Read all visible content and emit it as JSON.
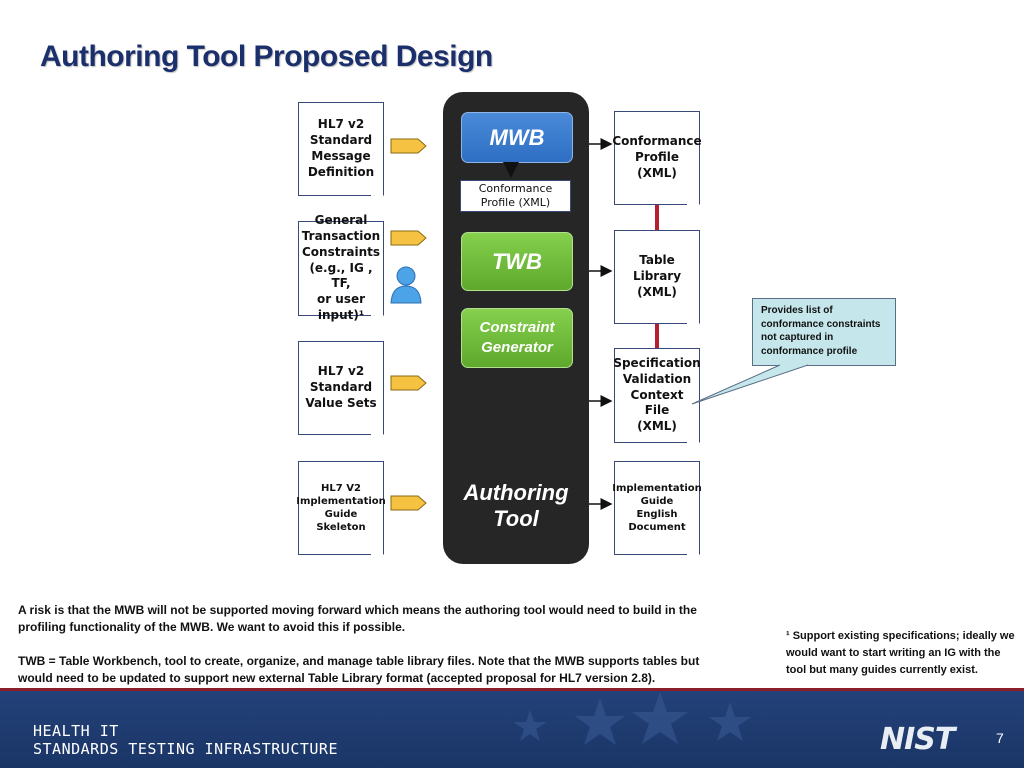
{
  "title": "Authoring Tool Proposed Design",
  "inputs": [
    {
      "id": "hl7-v2-message",
      "text": "HL7 v2\nStandard\nMessage\nDefinition"
    },
    {
      "id": "general-constraints",
      "text": "General\nTransaction\nConstraints\n(e.g., IG , TF,\nor user input)¹"
    },
    {
      "id": "hl7-v2-value-sets",
      "text": "HL7 v2\nStandard\nValue Sets"
    },
    {
      "id": "hl7-v2-ig-skeleton",
      "text": "HL7 V2\nImplementation\nGuide\nSkeleton"
    }
  ],
  "tool": {
    "mwb_label": "MWB",
    "inner_doc": "Conformance\nProfile (XML)",
    "twb_label": "TWB",
    "cg_label": "Constraint\nGenerator",
    "tool_label": "Authoring\nTool"
  },
  "outputs": [
    {
      "id": "conformance-profile",
      "text": "Conformance\nProfile\n(XML)"
    },
    {
      "id": "table-library",
      "text": "Table\nLibrary\n(XML)"
    },
    {
      "id": "spec-validation-context",
      "text": "Specification\nValidation\nContext\nFile\n(XML)"
    },
    {
      "id": "ig-english-doc",
      "text": "Implementation\nGuide\nEnglish\nDocument"
    }
  ],
  "callout": "Provides list of conformance constraints not captured in conformance profile",
  "notes": [
    "A risk is that the MWB will not be supported moving forward which means the authoring tool would need to build in the profiling functionality  of the MWB. We want to avoid this if possible.",
    "TWB = Table Workbench, tool to create, organize, and manage table library files.  Note that the MWB supports tables but would need to be updated to support new external Table Library format (accepted proposal for HL7 version 2.8)."
  ],
  "footnote": "¹ Support existing specifications; ideally we would want to start writing an IG with the tool but many guides currently exist.",
  "footer": {
    "line1": "HEALTH IT",
    "line2": "STANDARDS TESTING INFRASTRUCTURE",
    "logo": "NIST",
    "page": "7"
  },
  "colors": {
    "title": "#1a2f6b",
    "mwb": "#3a7bd0",
    "twb": "#6cba38",
    "callout": "#c5e6ea",
    "footer": "#1f3b70",
    "arrow_in": "#f5c242",
    "connector_red": "#b52030"
  },
  "icons": {
    "user": "user-person-icon"
  }
}
